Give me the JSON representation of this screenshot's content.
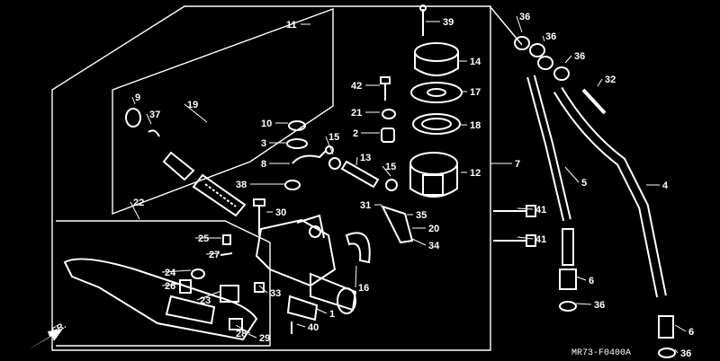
{
  "diagram": {
    "drawing_code": "MR73-F0400A",
    "direction_label": "FR.",
    "callouts": [
      "1",
      "2",
      "3",
      "4",
      "5",
      "6",
      "7",
      "8",
      "9",
      "10",
      "11",
      "12",
      "13",
      "14",
      "15",
      "17",
      "18",
      "19",
      "20",
      "21",
      "22",
      "23",
      "24",
      "25",
      "26",
      "27",
      "28",
      "29",
      "30",
      "31",
      "32",
      "33",
      "34",
      "35",
      "36",
      "37",
      "38",
      "39",
      "40",
      "41",
      "42"
    ],
    "placements": [
      {
        "n": "11",
        "side": "r"
      },
      {
        "n": "39",
        "side": "l"
      },
      {
        "n": "14",
        "side": "l"
      },
      {
        "n": "42",
        "side": "r"
      },
      {
        "n": "17",
        "side": "l"
      },
      {
        "n": "21",
        "side": "r"
      },
      {
        "n": "18",
        "side": "l"
      },
      {
        "n": "10",
        "side": "r"
      },
      {
        "n": "2",
        "side": "r"
      },
      {
        "n": "3",
        "side": "r"
      },
      {
        "n": "15",
        "side": "l"
      },
      {
        "n": "8",
        "side": "r"
      },
      {
        "n": "13",
        "side": "l"
      },
      {
        "n": "15",
        "side": "l"
      },
      {
        "n": "12",
        "side": "l"
      },
      {
        "n": "7",
        "side": "l"
      },
      {
        "n": "38",
        "side": "r"
      },
      {
        "n": "31",
        "side": "r"
      },
      {
        "n": "35",
        "side": "l"
      },
      {
        "n": "30",
        "side": "l"
      },
      {
        "n": "20",
        "side": "l"
      },
      {
        "n": "34",
        "side": "l"
      },
      {
        "n": "22",
        "side": "l"
      },
      {
        "n": "25",
        "side": "l"
      },
      {
        "n": "27",
        "side": "l"
      },
      {
        "n": "24",
        "side": "l"
      },
      {
        "n": "26",
        "side": "l"
      },
      {
        "n": "23",
        "side": "l"
      },
      {
        "n": "33",
        "side": "l"
      },
      {
        "n": "16",
        "side": "l"
      },
      {
        "n": "1",
        "side": "l"
      },
      {
        "n": "28",
        "side": "r"
      },
      {
        "n": "29",
        "side": "l"
      },
      {
        "n": "40",
        "side": "l"
      },
      {
        "n": "9",
        "side": "l"
      },
      {
        "n": "37",
        "side": "l"
      },
      {
        "n": "19",
        "side": "l"
      },
      {
        "n": "36",
        "side": "l"
      },
      {
        "n": "36",
        "side": "l"
      },
      {
        "n": "36",
        "side": "l"
      },
      {
        "n": "32",
        "side": "l"
      },
      {
        "n": "5",
        "side": "l"
      },
      {
        "n": "4",
        "side": "l"
      },
      {
        "n": "41",
        "side": "l"
      },
      {
        "n": "41",
        "side": "l"
      },
      {
        "n": "6",
        "side": "l"
      },
      {
        "n": "36",
        "side": "l"
      },
      {
        "n": "6",
        "side": "l"
      },
      {
        "n": "36",
        "side": "l"
      }
    ]
  }
}
